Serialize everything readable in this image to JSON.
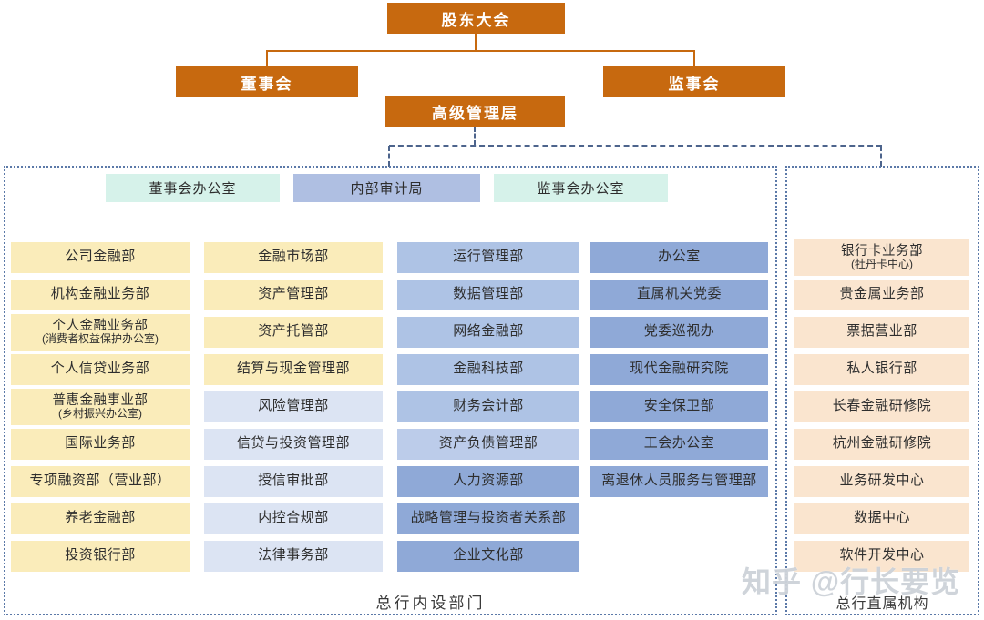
{
  "hierarchy": {
    "shareholders_meeting": "股东大会",
    "board_of_directors": "董事会",
    "board_of_supervisors": "监事会",
    "senior_management": "高级管理层"
  },
  "offices_row": {
    "board_office": "董事会办公室",
    "internal_audit_bureau": "内部审计局",
    "supervisors_office": "监事会办公室"
  },
  "internal_departments": {
    "caption": "总行内设部门",
    "columns": [
      {
        "items": [
          {
            "label": "公司金融部",
            "color": "yellow"
          },
          {
            "label": "机构金融业务部",
            "color": "yellow"
          },
          {
            "label": "个人金融业务部",
            "sub": "(消费者权益保护办公室)",
            "color": "yellow"
          },
          {
            "label": "个人信贷业务部",
            "color": "yellow"
          },
          {
            "label": "普惠金融事业部",
            "sub": "(乡村振兴办公室)",
            "color": "yellow"
          },
          {
            "label": "国际业务部",
            "color": "yellow"
          },
          {
            "label": "专项融资部（营业部）",
            "color": "yellow"
          },
          {
            "label": "养老金融部",
            "color": "yellow"
          },
          {
            "label": "投资银行部",
            "color": "yellow"
          }
        ]
      },
      {
        "items": [
          {
            "label": "金融市场部",
            "color": "yellow"
          },
          {
            "label": "资产管理部",
            "color": "yellow"
          },
          {
            "label": "资产托管部",
            "color": "yellow"
          },
          {
            "label": "结算与现金管理部",
            "color": "yellow"
          },
          {
            "label": "风险管理部",
            "color": "lavender"
          },
          {
            "label": "信贷与投资管理部",
            "color": "lavender"
          },
          {
            "label": "授信审批部",
            "color": "lavender"
          },
          {
            "label": "内控合规部",
            "color": "lavender"
          },
          {
            "label": "法律事务部",
            "color": "lavender"
          }
        ]
      },
      {
        "items": [
          {
            "label": "运行管理部",
            "color": "blue-light"
          },
          {
            "label": "数据管理部",
            "color": "blue-light"
          },
          {
            "label": "网络金融部",
            "color": "blue-light"
          },
          {
            "label": "金融科技部",
            "color": "blue-light"
          },
          {
            "label": "财务会计部",
            "color": "blue-light"
          },
          {
            "label": "资产负债管理部",
            "color": "blue-lighter"
          },
          {
            "label": "人力资源部",
            "color": "blue-dark"
          },
          {
            "label": "战略管理与投资者关系部",
            "color": "blue-dark"
          },
          {
            "label": "企业文化部",
            "color": "blue-dark"
          }
        ]
      },
      {
        "items": [
          {
            "label": "办公室",
            "color": "blue-dark"
          },
          {
            "label": "直属机关党委",
            "color": "blue-dark"
          },
          {
            "label": "党委巡视办",
            "color": "blue-dark"
          },
          {
            "label": "现代金融研究院",
            "color": "blue-dark"
          },
          {
            "label": "安全保卫部",
            "color": "blue-dark"
          },
          {
            "label": "工会办公室",
            "color": "blue-dark"
          },
          {
            "label": "离退休人员服务与管理部",
            "color": "blue-dark"
          }
        ]
      }
    ]
  },
  "direct_institutions": {
    "caption": "总行直属机构",
    "items": [
      {
        "label": "银行卡业务部",
        "sub": "(牡丹卡中心)",
        "color": "peach"
      },
      {
        "label": "贵金属业务部",
        "color": "peach"
      },
      {
        "label": "票据营业部",
        "color": "peach"
      },
      {
        "label": "私人银行部",
        "color": "peach"
      },
      {
        "label": "长春金融研修院",
        "color": "peach"
      },
      {
        "label": "杭州金融研修院",
        "color": "peach"
      },
      {
        "label": "业务研发中心",
        "color": "peach"
      },
      {
        "label": "数据中心",
        "color": "peach"
      },
      {
        "label": "软件开发中心",
        "color": "peach"
      }
    ]
  },
  "watermark": "知乎 @行长要览",
  "palette": {
    "orange": "#C7690F",
    "yellow": "#FAECBA",
    "lavender": "#DCE4F3",
    "blue_light": "#AEC3E5",
    "blue_lighter": "#BCCCEA",
    "blue_dark": "#8FA9D7",
    "teal": "#D6F2EA",
    "blue_mid": "#AFBFE2",
    "peach": "#FAE5CF",
    "dash_line": "#4d648c"
  }
}
